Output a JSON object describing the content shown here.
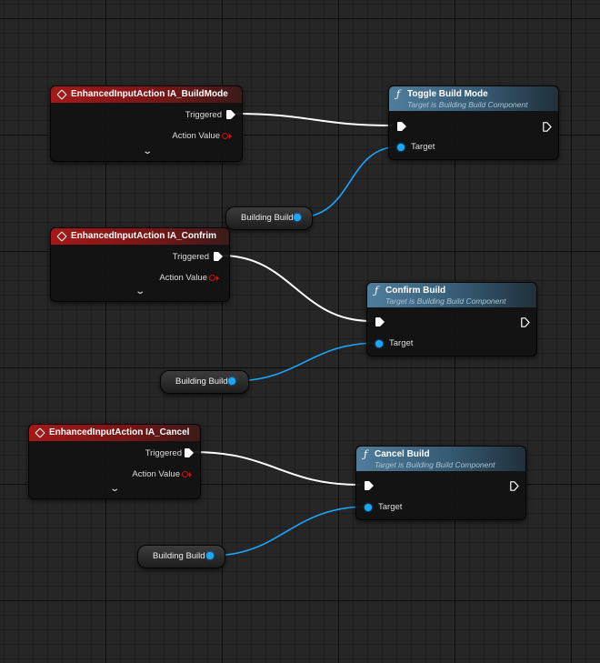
{
  "events": [
    {
      "title": "EnhancedInputAction IA_BuildMode",
      "triggered_label": "Triggered",
      "action_value_label": "Action Value"
    },
    {
      "title": "EnhancedInputAction IA_Confrim",
      "triggered_label": "Triggered",
      "action_value_label": "Action Value"
    },
    {
      "title": "EnhancedInputAction IA_Cancel",
      "triggered_label": "Triggered",
      "action_value_label": "Action Value"
    }
  ],
  "functions": [
    {
      "title": "Toggle Build Mode",
      "subtitle": "Target is Building Build Component",
      "target_label": "Target"
    },
    {
      "title": "Confirm Build",
      "subtitle": "Target is Building Build Component",
      "target_label": "Target"
    },
    {
      "title": "Cancel Build",
      "subtitle": "Target is Building Build Component",
      "target_label": "Target"
    }
  ],
  "variables": [
    {
      "label": "Building Build"
    },
    {
      "label": "Building Build"
    },
    {
      "label": "Building Build"
    }
  ],
  "colors": {
    "exec_wire": "#ffffff",
    "object_wire": "#1aa7ff",
    "event_header": "#a51818",
    "function_header": "#4f7d9c",
    "action_value_pin": "#c41515"
  },
  "icons": {
    "event": "event-diamond-icon",
    "function": "function-f-icon",
    "expand": "chevron-down-icon"
  }
}
